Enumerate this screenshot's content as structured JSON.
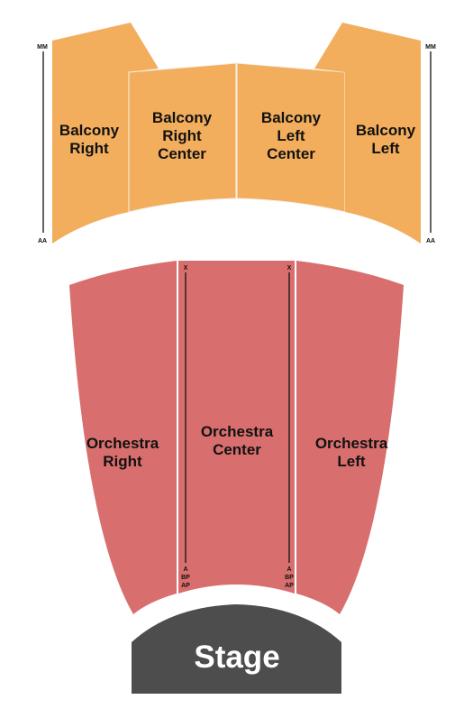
{
  "colors": {
    "balcony": "#f2ae5d",
    "orchestra": "#d86f6e",
    "stage": "#4d4d4d",
    "divider": "#f6f0e8",
    "row_line": "#111111"
  },
  "balcony": {
    "right": {
      "line1": "Balcony",
      "line2": "Right"
    },
    "right_center": {
      "line1": "Balcony",
      "line2": "Right",
      "line3": "Center"
    },
    "left_center": {
      "line1": "Balcony",
      "line2": "Left",
      "line3": "Center"
    },
    "left": {
      "line1": "Balcony",
      "line2": "Left"
    },
    "rows_left_side": {
      "top": "MM",
      "bottom": "AA"
    },
    "rows_right_side": {
      "top": "MM",
      "bottom": "AA"
    }
  },
  "orchestra": {
    "right": {
      "line1": "Orchestra",
      "line2": "Right"
    },
    "center": {
      "line1": "Orchestra",
      "line2": "Center"
    },
    "left": {
      "line1": "Orchestra",
      "line2": "Left"
    },
    "aisle_left": {
      "top": "X",
      "row1": "A",
      "row2": "BP",
      "row3": "AP"
    },
    "aisle_right": {
      "top": "X",
      "row1": "A",
      "row2": "BP",
      "row3": "AP"
    }
  },
  "stage": {
    "label": "Stage"
  }
}
